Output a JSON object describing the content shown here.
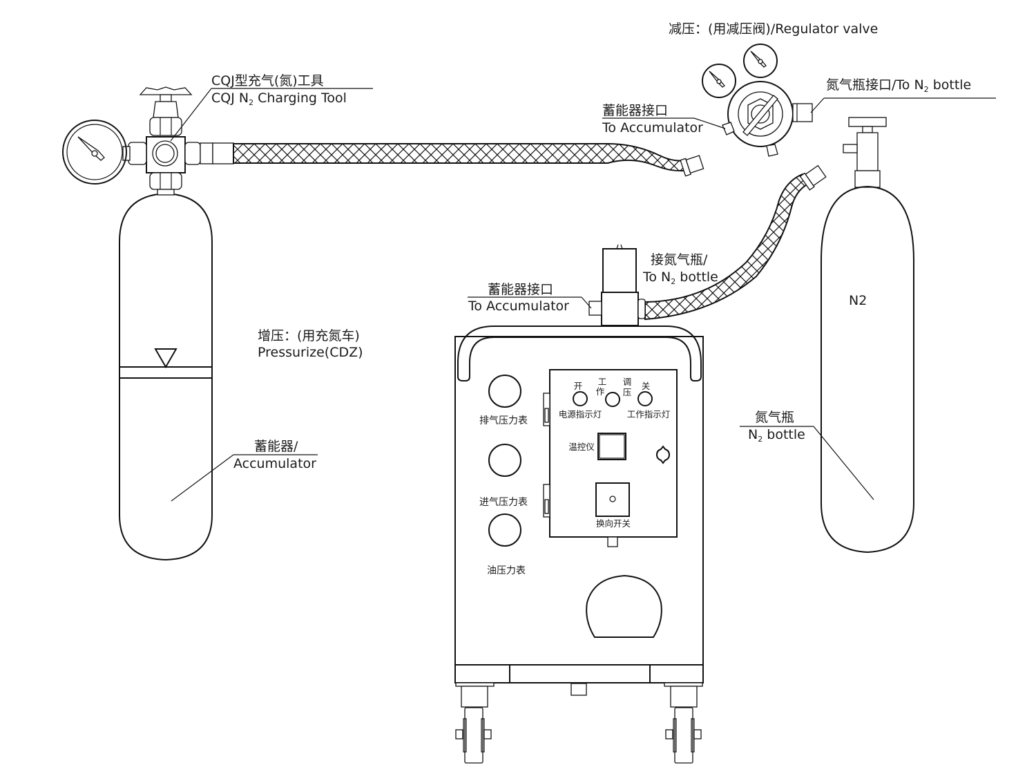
{
  "diagram": {
    "title_regulator": "减压：(用减压阀)/Regulator valve",
    "charging_tool": {
      "cn": "CQJ型充气(氮)工具",
      "en_prefix": "CQJ N",
      "en_sub": "2",
      "en_suffix": " Charging Tool"
    },
    "regulator_to_accumulator": {
      "cn": "蓄能器接口",
      "en": "To Accumulator"
    },
    "regulator_to_bottle": {
      "cn": "氮气瓶接口/To N",
      "sub": "2",
      "suffix": " bottle"
    },
    "pressurize": {
      "cn": "增压：(用充氮车)",
      "en": "Pressurize(CDZ)"
    },
    "accumulator": {
      "cn": "蓄能器/",
      "en": "Accumulator"
    },
    "cart_to_accumulator": {
      "cn": "蓄能器接口",
      "en": "To Accumulator"
    },
    "cart_to_bottle": {
      "cn": "接氮气瓶/",
      "en_prefix": "To N",
      "en_sub": "2",
      "en_suffix": " bottle"
    },
    "n2_bottle": {
      "marking": "N2",
      "cn": "氮气瓶",
      "en_prefix": "N",
      "en_sub": "2",
      "en_suffix": " bottle"
    },
    "cart": {
      "gauges": [
        {
          "label": "排气压力表"
        },
        {
          "label": "进气压力表"
        },
        {
          "label": "油压力表"
        }
      ],
      "panel": {
        "lamp_on": "开",
        "work_top": "工",
        "work_bottom": "作",
        "adjust_top": "调",
        "adjust_bottom": "压",
        "lamp_off": "关",
        "power_indicator": "电源指示灯",
        "work_indicator": "工作指示灯",
        "temp_controller": "温控仪",
        "reversing_switch": "换向开关"
      }
    }
  }
}
